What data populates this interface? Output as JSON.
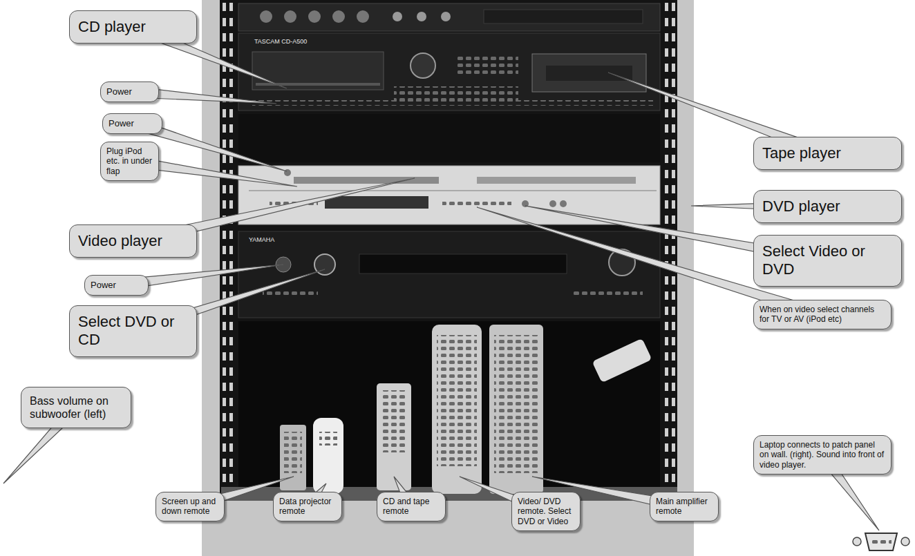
{
  "diagram": {
    "nodes": [
      {
        "text": [
          "CD player"
        ]
      },
      {
        "text": [
          "Power"
        ]
      },
      {
        "text": [
          "Power"
        ]
      },
      {
        "text": [
          "Tape player"
        ]
      },
      {
        "text": [
          "Plug iPod etc. in under flap"
        ]
      },
      {
        "text": [
          "DVD player"
        ]
      },
      {
        "text": [
          "Video player"
        ]
      },
      {
        "text": [
          "Select Video or DVD"
        ]
      },
      {
        "text": [
          "Power"
        ]
      },
      {
        "text": [
          "When on video select channels for TV or AV (iPod etc)"
        ]
      },
      {
        "text": [
          "Select DVD or CD"
        ]
      },
      {
        "text": [
          "Bass volume on subwoofer (left)"
        ]
      },
      {
        "text": [
          "Laptop connects to patch panel on wall. (right). Sound into front of video player."
        ]
      },
      {
        "text": [
          "Screen up and down remote"
        ]
      },
      {
        "text": [
          "Data projector remote"
        ]
      },
      {
        "text": [
          "CD and tape remote"
        ]
      },
      {
        "text": [
          "Video/ DVD remote. Select DVD or Video"
        ]
      },
      {
        "text": [
          "Main amplifier remote"
        ]
      }
    ],
    "labels": [
      "TASCAM CD-A500",
      "YAMAHA"
    ]
  }
}
